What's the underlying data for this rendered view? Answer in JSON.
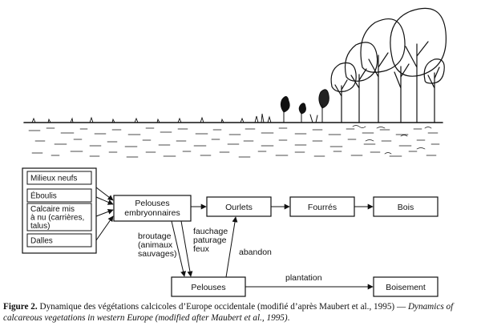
{
  "sources": [
    "Milieux neufs",
    "Éboulis",
    "Calcaire mis à nu (carrières, talus)",
    "Dalles"
  ],
  "source_lines": [
    [
      "Milieux neufs"
    ],
    [
      "Éboulis"
    ],
    [
      "Calcaire mis",
      "à nu (carrières,",
      "talus)"
    ],
    [
      "Dalles"
    ]
  ],
  "nodes": {
    "pel_emb": [
      "Pelouses",
      "embryonnaires"
    ],
    "ourlets": "Ourlets",
    "fourres": "Fourrés",
    "bois": "Bois",
    "pelouses": "Pelouses",
    "boisement": "Boisement"
  },
  "edges": {
    "broutage": [
      "broutage",
      "(animaux",
      "sauvages)"
    ],
    "fauchage": [
      "fauchage",
      "paturage",
      "feux"
    ],
    "abandon": "abandon",
    "plantation": "plantation"
  },
  "caption": {
    "label": "Figure 2.",
    "fr": " Dynamique des végétations calcicoles d’Europe occidentale (modifié d’après Maubert et al., 1995) — ",
    "en": "Dynamics of calcareous vegetations in western Europe (modified after Maubert et al., 1995)",
    "end": "."
  }
}
